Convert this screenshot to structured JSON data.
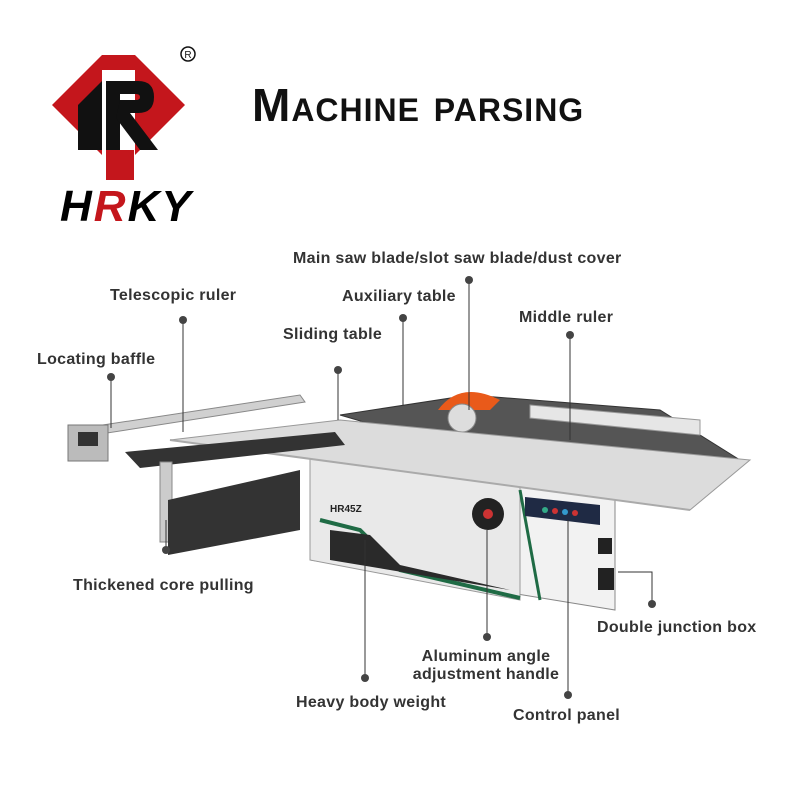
{
  "brand": {
    "name_left": "H",
    "name_mid": "R",
    "name_right": "KY",
    "registered_mark": "R",
    "colors": {
      "red": "#c4161c",
      "black": "#000000"
    }
  },
  "title": "Machine parsing",
  "machine": {
    "model_badge": "HR45Z"
  },
  "callouts": {
    "main_saw_blade": "Main saw blade/slot saw blade/dust cover",
    "auxiliary_table": "Auxiliary table",
    "telescopic_ruler": "Telescopic ruler",
    "middle_ruler": "Middle ruler",
    "sliding_table": "Sliding table",
    "locating_baffle": "Locating baffle",
    "thickened_core_pulling": "Thickened core pulling",
    "double_junction_box": "Double junction box",
    "aluminum_angle_line1": "Aluminum angle",
    "aluminum_angle_line2": "adjustment handle",
    "heavy_body_weight": "Heavy body weight",
    "control_panel": "Control panel"
  }
}
